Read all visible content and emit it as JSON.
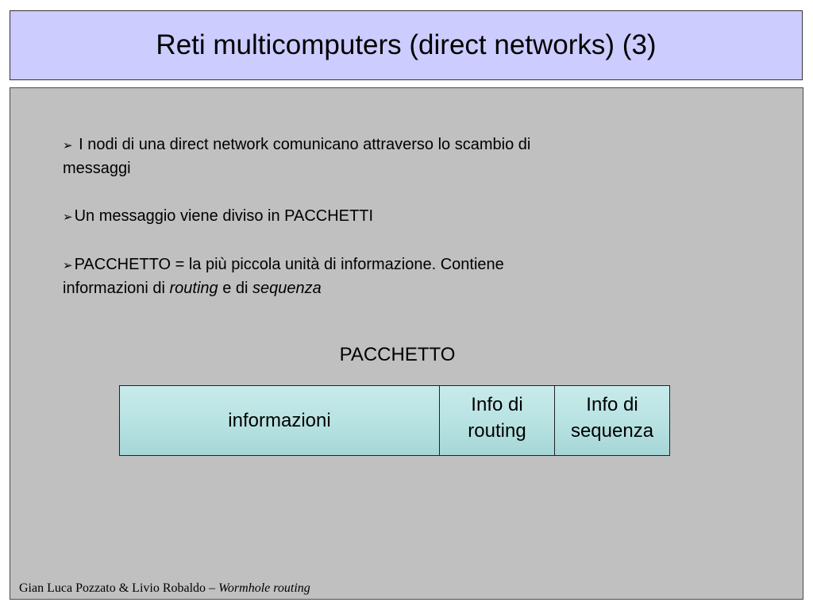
{
  "title": "Reti multicomputers (direct networks) (3)",
  "bullets": {
    "b1_line1": "I nodi di una direct network comunicano attraverso lo scambio di",
    "b1_line2": "messaggi",
    "b2": "Un messaggio viene diviso in PACCHETTI",
    "b3_line1": "PACCHETTO = la più piccola unità di informazione. Contiene",
    "b3_line2_pre": "informazioni di ",
    "b3_line2_em1": "routing",
    "b3_line2_mid": " e di ",
    "b3_line2_em2": "sequenza"
  },
  "bullet_symbol": "➢",
  "packet": {
    "label": "PACCHETTO",
    "cells": {
      "info": "informazioni",
      "routing_l1": "Info di",
      "routing_l2": "routing",
      "sequence_l1": "Info di",
      "sequence_l2": "sequenza"
    }
  },
  "footer": {
    "authors": "Gian Luca Pozzato & Livio Robaldo – ",
    "topic": "Wormhole routing"
  },
  "colors": {
    "title_bg": "#ccccff",
    "content_bg": "#c0c0c0",
    "packet_fill": "#b9e3e3"
  }
}
